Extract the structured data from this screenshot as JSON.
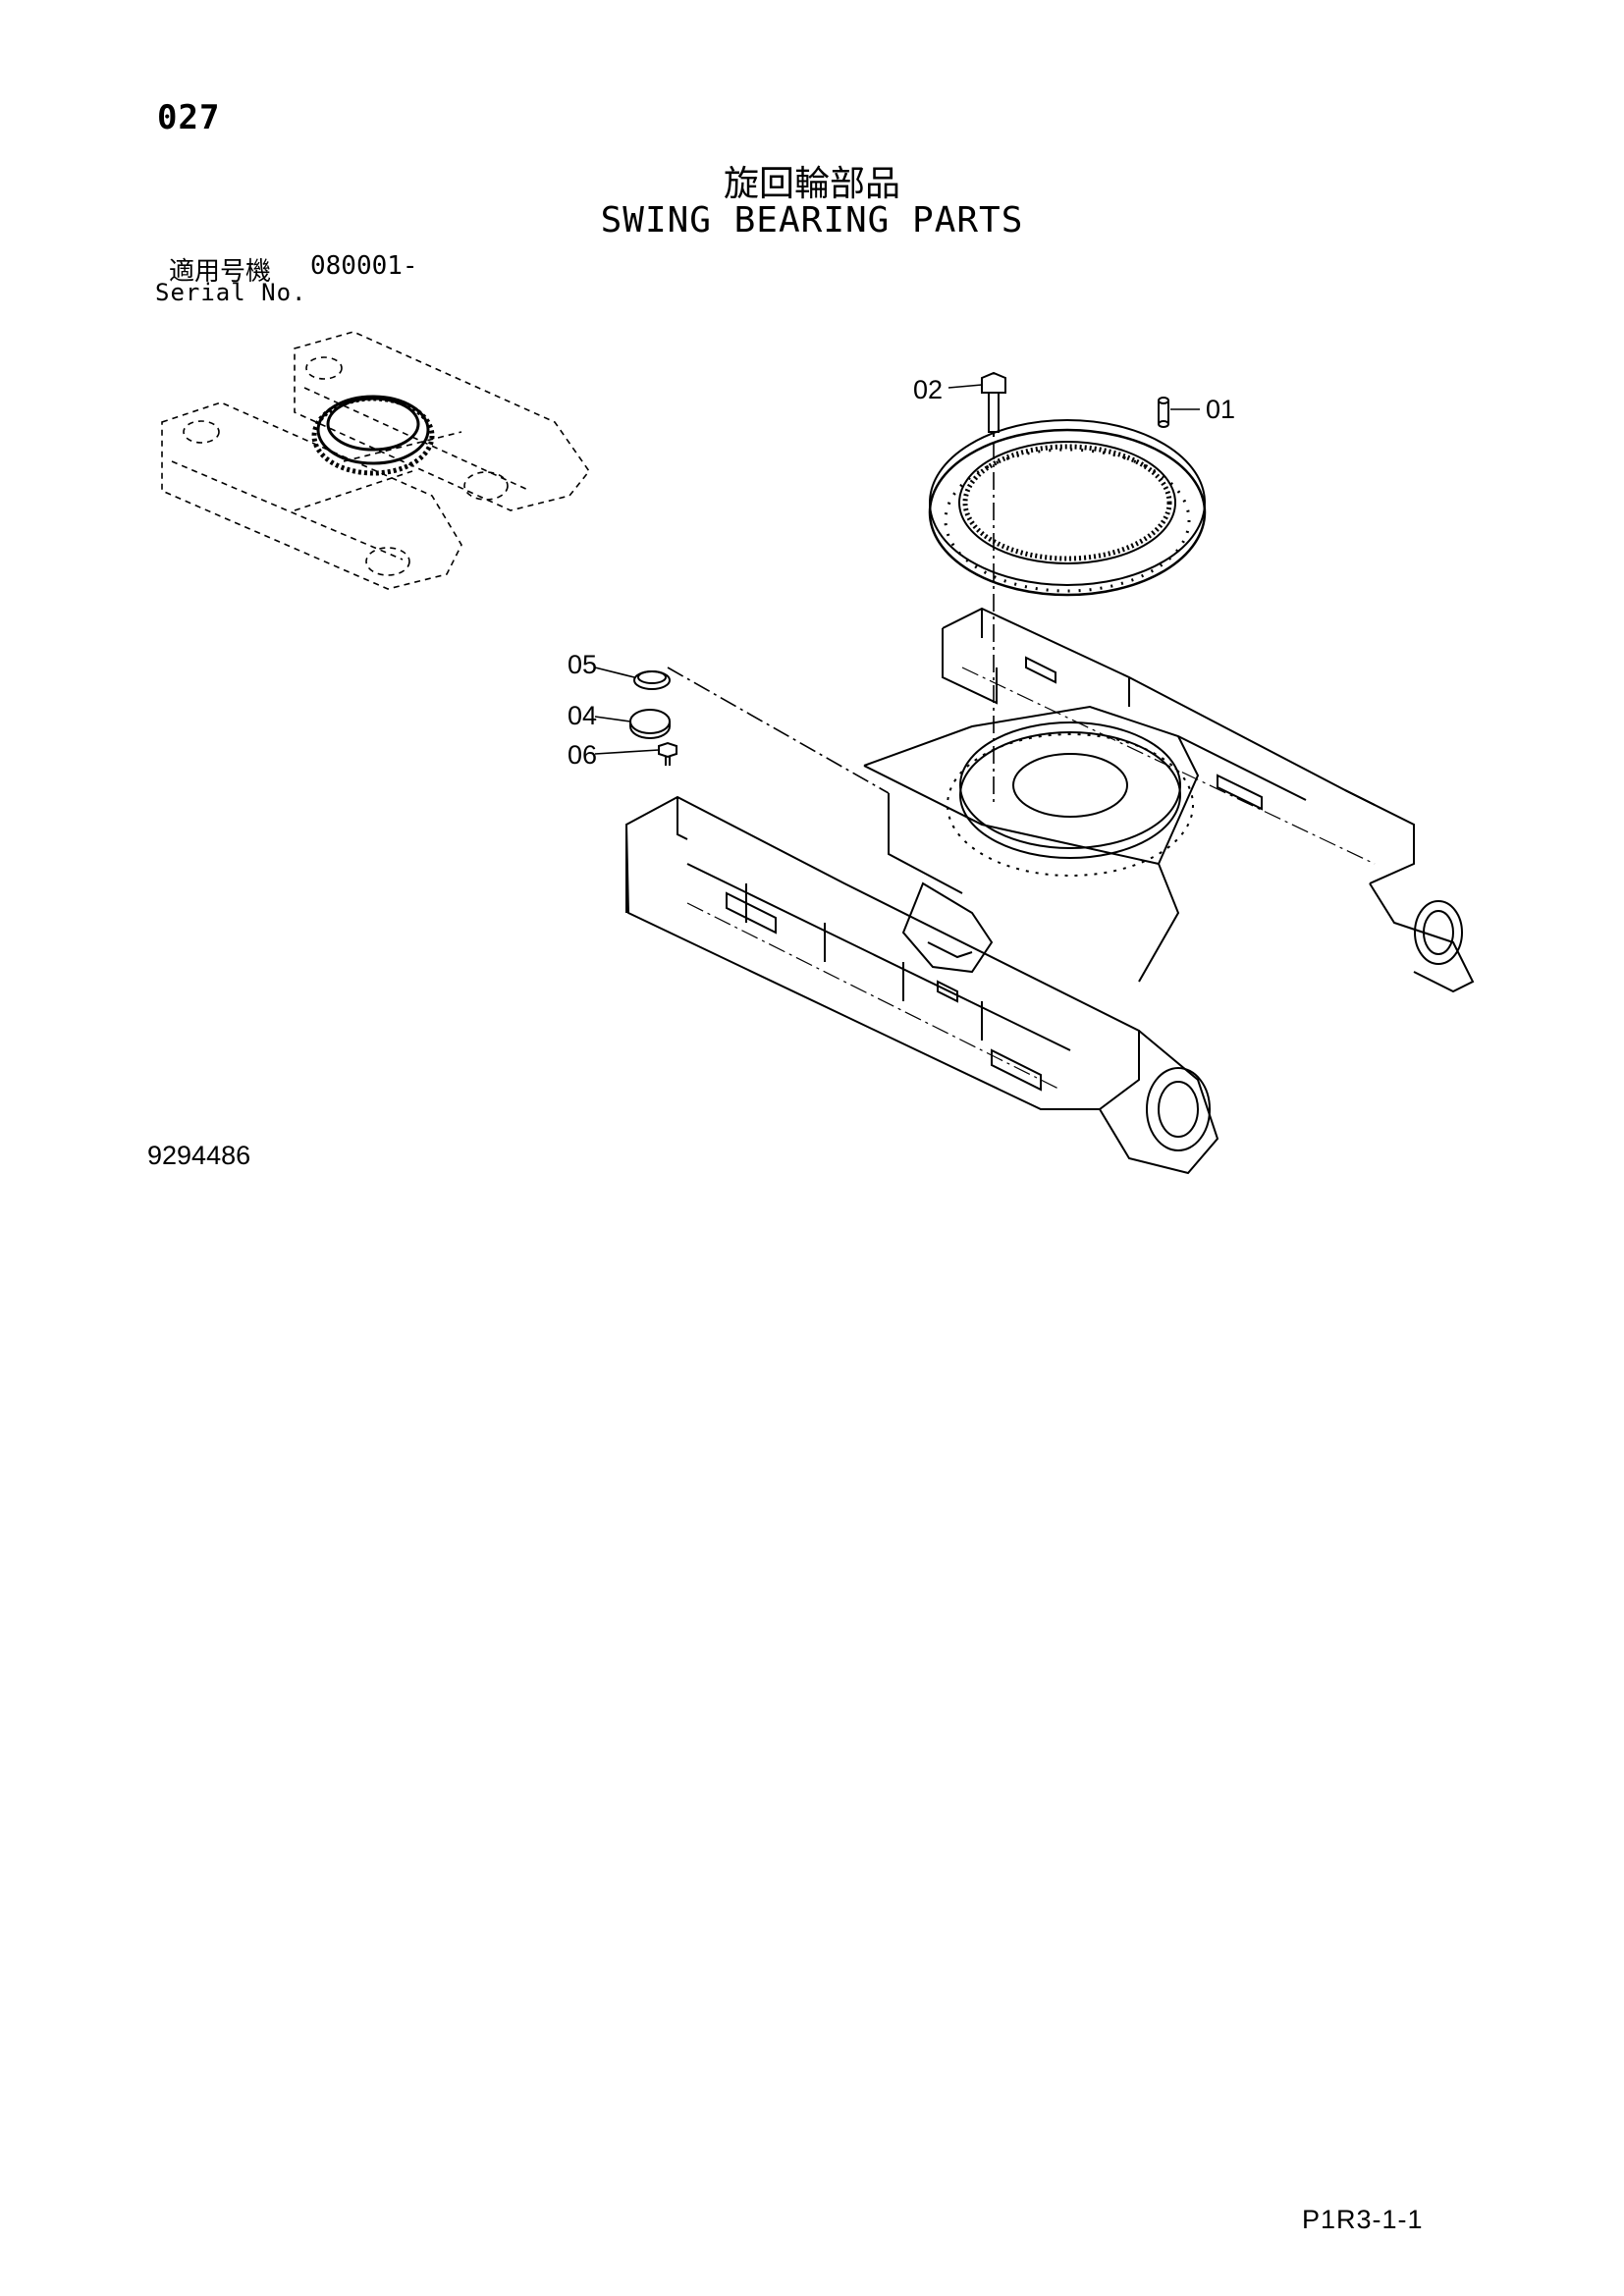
{
  "header": {
    "page_number": "027",
    "title_jp": "旋回輪部品",
    "title_en": "SWING BEARING PARTS"
  },
  "serial": {
    "label_jp": "適用号機",
    "value": "080001-",
    "label_en": "Serial No."
  },
  "callouts": {
    "c01": "01",
    "c02": "02",
    "c04": "04",
    "c05": "05",
    "c06": "06"
  },
  "footer": {
    "drawing_number": "9294486",
    "page_code": "P1R3-1-1"
  }
}
